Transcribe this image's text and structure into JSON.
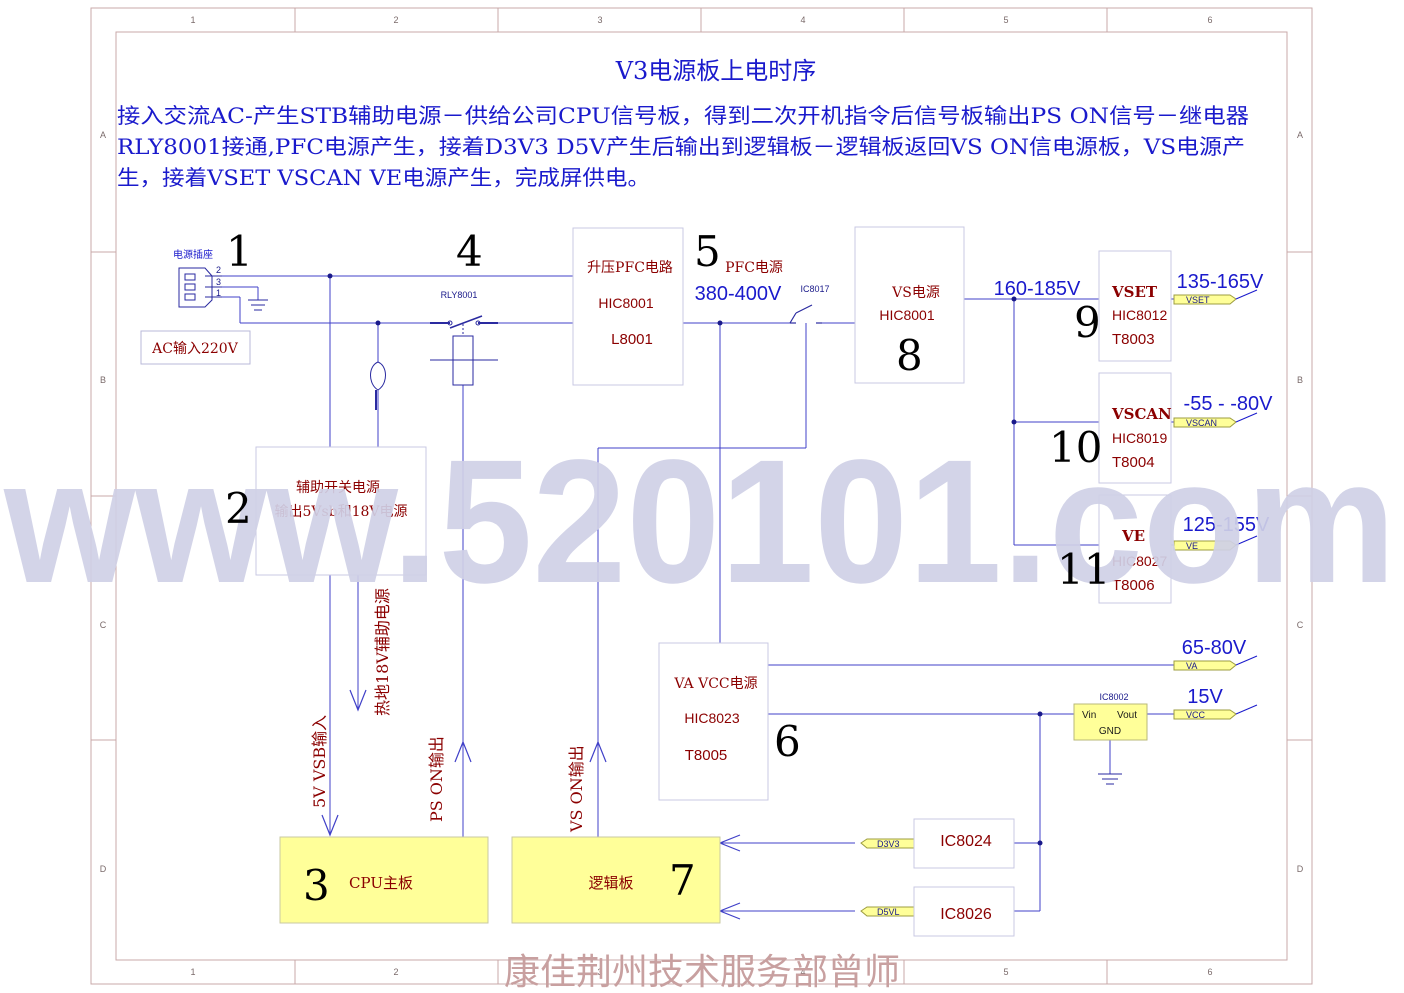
{
  "frame": {
    "col_marks": [
      "1",
      "2",
      "3",
      "4",
      "5",
      "6"
    ],
    "row_marks": [
      "A",
      "B",
      "C",
      "D"
    ]
  },
  "title": "V3电源板上电时序",
  "description": [
    "接入交流AC-产生STB辅助电源－供给公司CPU信号板，得到二次开机指令后信号板输出PS ON信号－继电器",
    " RLY8001接通,PFC电源产生，接着D3V3 D5V产生后输出到逻辑板－逻辑板返回VS ON信电源板，VS电源产",
    "生，接着VSET VSCAN VE电源产生，完成屏供电。"
  ],
  "watermark": "www.520101.com",
  "footer": "康佳荆州技术服务部曾师",
  "socket": {
    "label": "电源插座",
    "pins": [
      "2",
      "3",
      "1"
    ],
    "ac_label": "AC输入220V"
  },
  "relay_label": "RLY8001",
  "ic8017_label": "IC8017",
  "step_numbers": {
    "s1": "1",
    "s2": "2",
    "s3": "3",
    "s4": "4",
    "s5": "5",
    "s6": "6",
    "s7": "7",
    "s8": "8",
    "s9": "9",
    "s10": "10",
    "s11": "11"
  },
  "blocks": {
    "aux": {
      "line1": "辅助开关电源",
      "line2": "输出5Vsb和18V电源"
    },
    "pfc": {
      "line1": "升压PFC电路",
      "line2": "HIC8001",
      "line3": "L8001"
    },
    "pfc_out": {
      "label": "PFC电源",
      "voltage": "380-400V"
    },
    "vs": {
      "line1": "VS电源",
      "line2": "HIC8001"
    },
    "vs_out": "160-185V",
    "vset": {
      "name": "VSET",
      "ic": "HIC8012",
      "t": "T8003",
      "voltage": "135-165V",
      "tag": "VSET"
    },
    "vscan": {
      "name": "VSCAN",
      "ic": "HIC8019",
      "t": "T8004",
      "voltage": "-55 - -80V",
      "tag": "VSCAN"
    },
    "ve": {
      "name": "VE",
      "ic": "HIC8027",
      "t": "T8006",
      "voltage": "125-155V",
      "tag": "VE"
    },
    "va": {
      "line1": "VA  VCC电源",
      "line2": "HIC8023",
      "line3": "T8005"
    },
    "va_out": {
      "voltage": "65-80V",
      "tag": "VA"
    },
    "ic8002": {
      "name": "IC8002",
      "vin": "Vin",
      "vout": "Vout",
      "gnd": "GND"
    },
    "vcc_out": {
      "voltage": "15V",
      "tag": "VCC"
    },
    "cpu": "CPU主板",
    "logic": "逻辑板",
    "ic8024": "IC8024",
    "ic8026": "IC8026",
    "d3v3": "D3V3",
    "d5vl": "D5VL"
  },
  "arrow_labels": {
    "hot18": "热地18V辅助电源",
    "vsb": "5V VSB输入",
    "pson": "PS ON输出",
    "vson": "VS ON输出"
  },
  "colors": {
    "blue": "#1a1acc",
    "maroon": "#8b0000",
    "line": "#4040c8",
    "yellow": "#ffff99",
    "watermark": "#cfd0e6"
  }
}
